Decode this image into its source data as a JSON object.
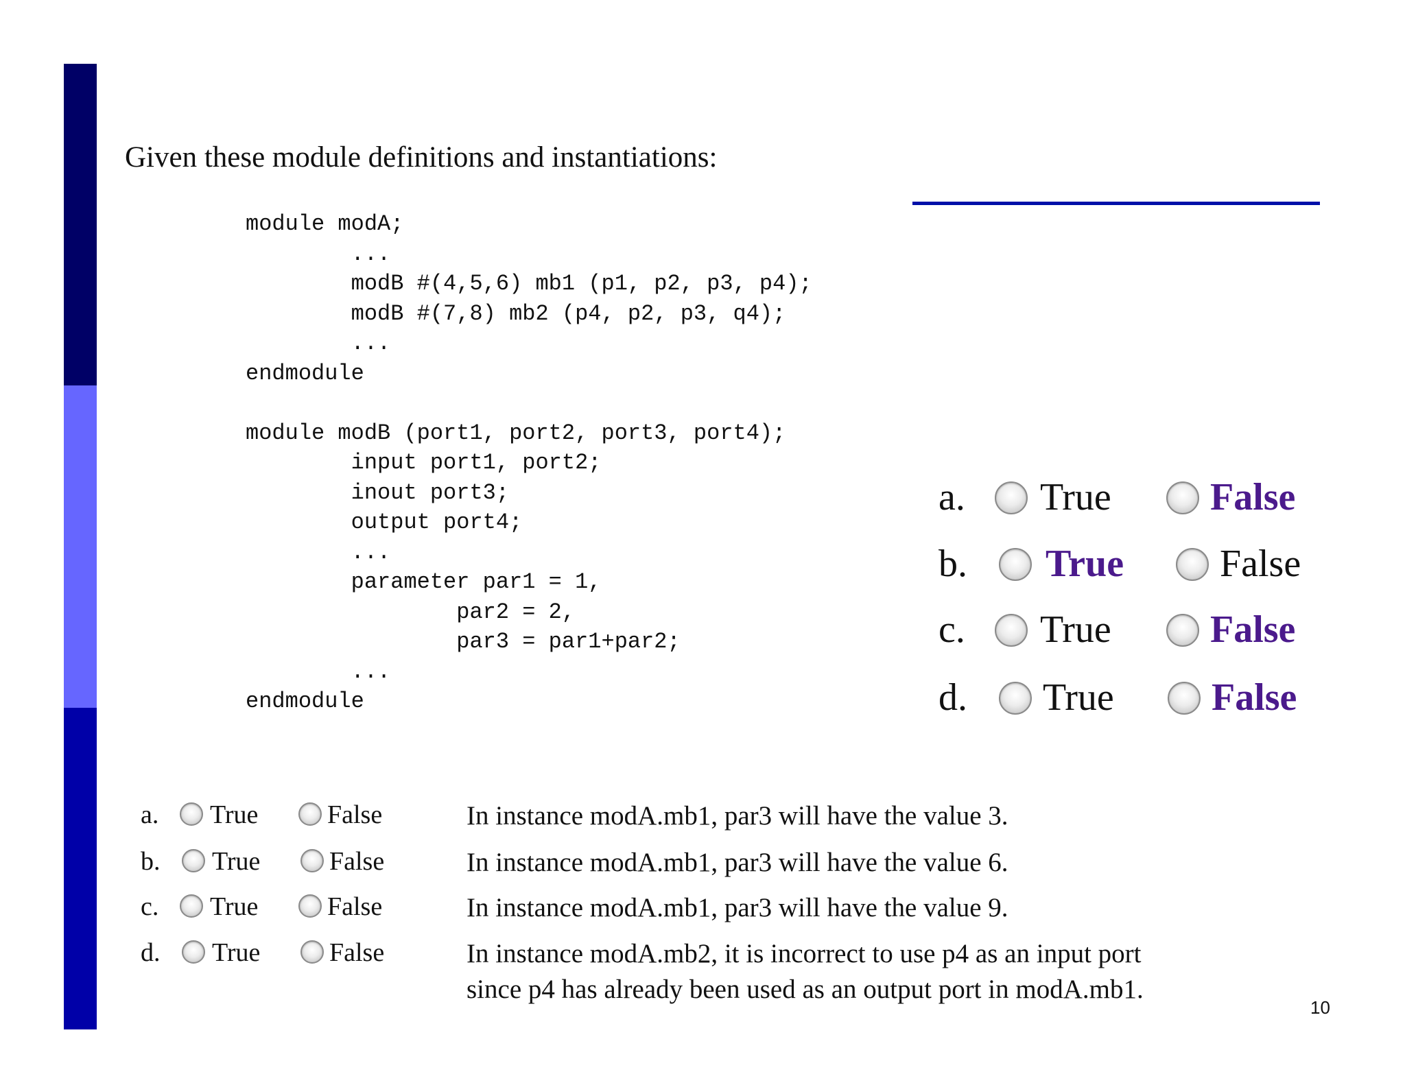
{
  "title": "Given these module definitions and instantiations:",
  "code_lines": [
    "module modA;",
    "        ...",
    "        modB #(4,5,6) mb1 (p1, p2, p3, p4);",
    "        modB #(7,8) mb2 (p4, p2, p3, q4);",
    "        ...",
    "endmodule",
    "",
    "module modB (port1, port2, port3, port4);",
    "        input port1, port2;",
    "        inout port3;",
    "        output port4;",
    "        ...",
    "        parameter par1 = 1,",
    "                par2 = 2,",
    "                par3 = par1+par2;",
    "        ...",
    "endmodule"
  ],
  "answer_key": [
    {
      "letter": "a.",
      "true_label": "True",
      "false_label": "False",
      "selected": "false"
    },
    {
      "letter": "b.",
      "true_label": "True",
      "false_label": "False",
      "selected": "true"
    },
    {
      "letter": "c.",
      "true_label": "True",
      "false_label": "False",
      "selected": "false"
    },
    {
      "letter": "d.",
      "true_label": "True",
      "false_label": "False",
      "selected": "false"
    }
  ],
  "questions": [
    {
      "letter": "a.",
      "true_label": "True",
      "false_label": "False",
      "statement": "In instance modA.mb1, par3 will have the value 3."
    },
    {
      "letter": "b.",
      "true_label": "True",
      "false_label": "False",
      "statement": "In instance modA.mb1, par3 will have the value 6."
    },
    {
      "letter": "c.",
      "true_label": "True",
      "false_label": "False",
      "statement": "In instance modA.mb1, par3 will have the value 9."
    },
    {
      "letter": "d.",
      "true_label": "True",
      "false_label": "False",
      "statement_lines": [
        "In instance modA.mb2, it is incorrect to use p4 as an input port",
        "since p4 has already been used as an output port in modA.mb1."
      ]
    }
  ],
  "page_number": "10",
  "colors": {
    "bar_top": "#000066",
    "bar_middle": "#6666ff",
    "bar_bottom": "#0000a8",
    "rule": "#0010a8",
    "selected_answer": "#4b1a8c"
  }
}
